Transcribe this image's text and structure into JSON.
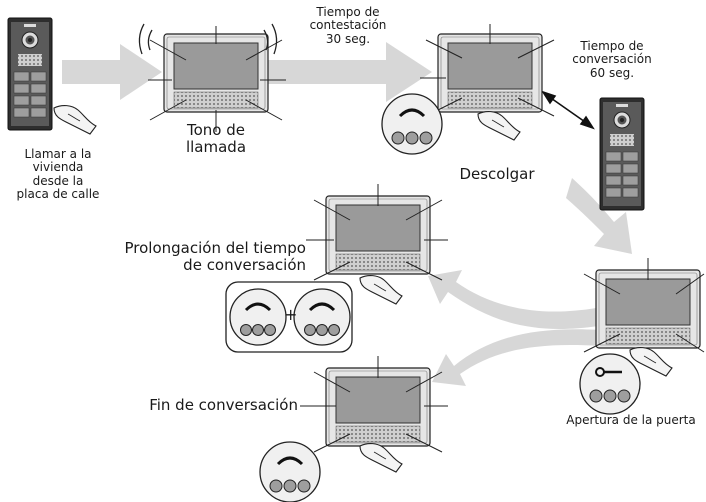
{
  "labels": {
    "call_panel": [
      "Llamar a la",
      "vivienda",
      "desde la",
      "placa de calle"
    ],
    "ring_tone": [
      "Tono de",
      "llamada"
    ],
    "answer_time": [
      "Tiempo de",
      "contestación",
      "30 seg."
    ],
    "pick_up": "Descolgar",
    "talk_time": [
      "Tiempo de",
      "conversación",
      "60 seg."
    ],
    "extend_talk": [
      "Prolongación del tiempo",
      "de conversación"
    ],
    "door_open": "Apertura de la puerta",
    "end_talk": "Fin de conversación"
  },
  "keypad_plus": "+",
  "colors": {
    "arrow": "#d7d7d7",
    "screen": "#9a9a9a",
    "frame": "#e2e2e2",
    "panel": "#2e2e2e",
    "button": "#9e9e9e"
  }
}
